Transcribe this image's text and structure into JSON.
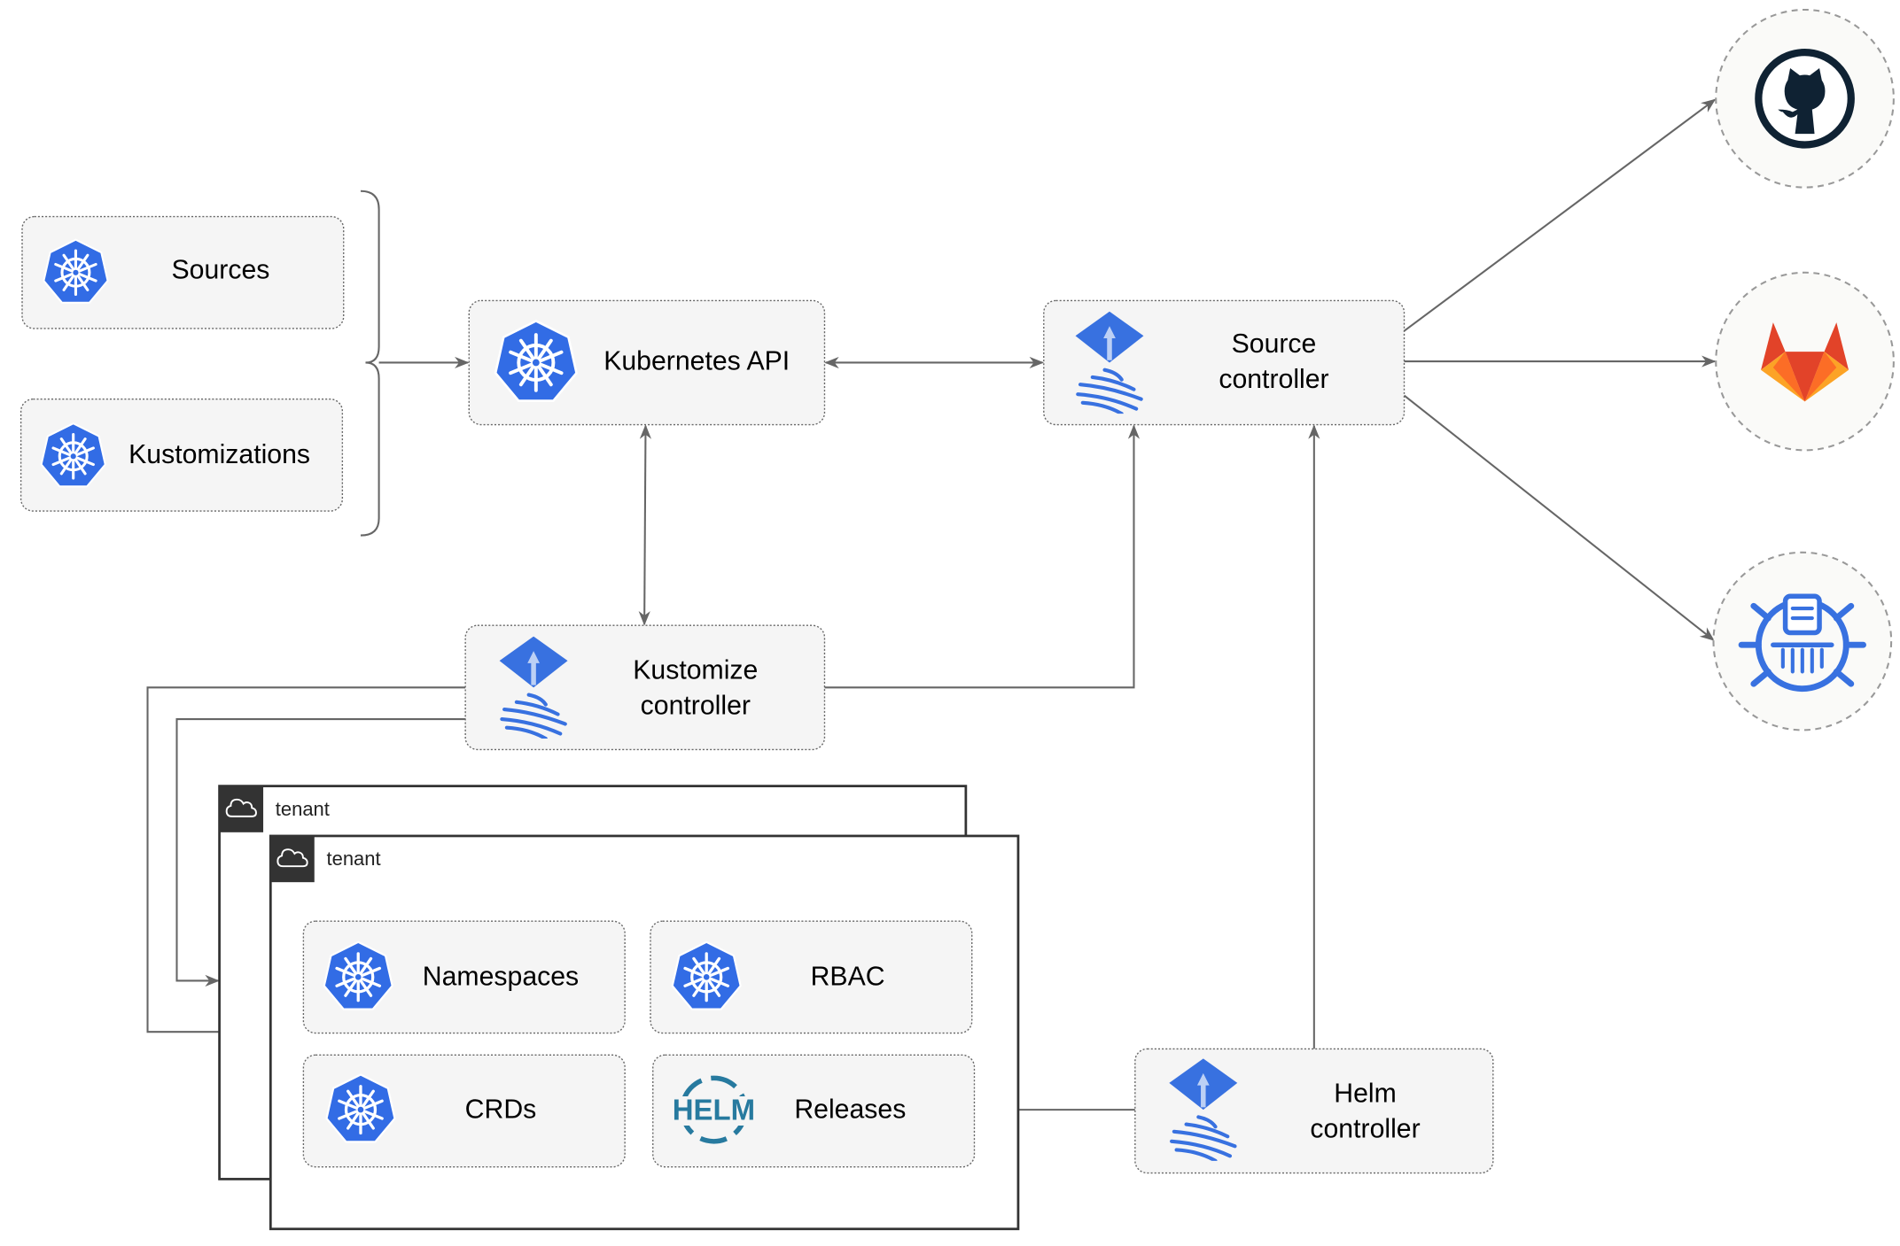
{
  "colors": {
    "kubernetes_blue": "#326ce5",
    "flux_blue": "#3871e0",
    "helm_blue": "#277a9f",
    "github_dark": "#0f2233",
    "gitlab_orange": "#e24329",
    "edge_gray": "#666666",
    "tenant_header": "#333333"
  },
  "left_resources": [
    {
      "label": "Sources",
      "icon": "kubernetes-icon"
    },
    {
      "label": "Kustomizations",
      "icon": "kubernetes-icon"
    }
  ],
  "kubernetes_api": {
    "label": "Kubernetes API",
    "icon": "kubernetes-icon"
  },
  "source_controller": {
    "line1": "Source",
    "line2": "controller",
    "icon": "flux-icon"
  },
  "kustomize_controller": {
    "line1": "Kustomize",
    "line2": "controller",
    "icon": "flux-icon"
  },
  "helm_controller": {
    "line1": "Helm",
    "line2": "controller",
    "icon": "flux-icon"
  },
  "tenants": [
    {
      "label": "tenant",
      "icon": "cloud-icon"
    },
    {
      "label": "tenant",
      "icon": "cloud-icon"
    }
  ],
  "tenant_resources": [
    {
      "label": "Namespaces",
      "icon": "kubernetes-icon"
    },
    {
      "label": "RBAC",
      "icon": "kubernetes-icon"
    },
    {
      "label": "CRDs",
      "icon": "kubernetes-icon"
    },
    {
      "label": "Releases",
      "icon": "helm-icon",
      "icon_text": "HELM"
    }
  ],
  "external_sources": [
    {
      "icon": "github-icon"
    },
    {
      "icon": "gitlab-icon"
    },
    {
      "icon": "helm-repository-icon"
    }
  ]
}
